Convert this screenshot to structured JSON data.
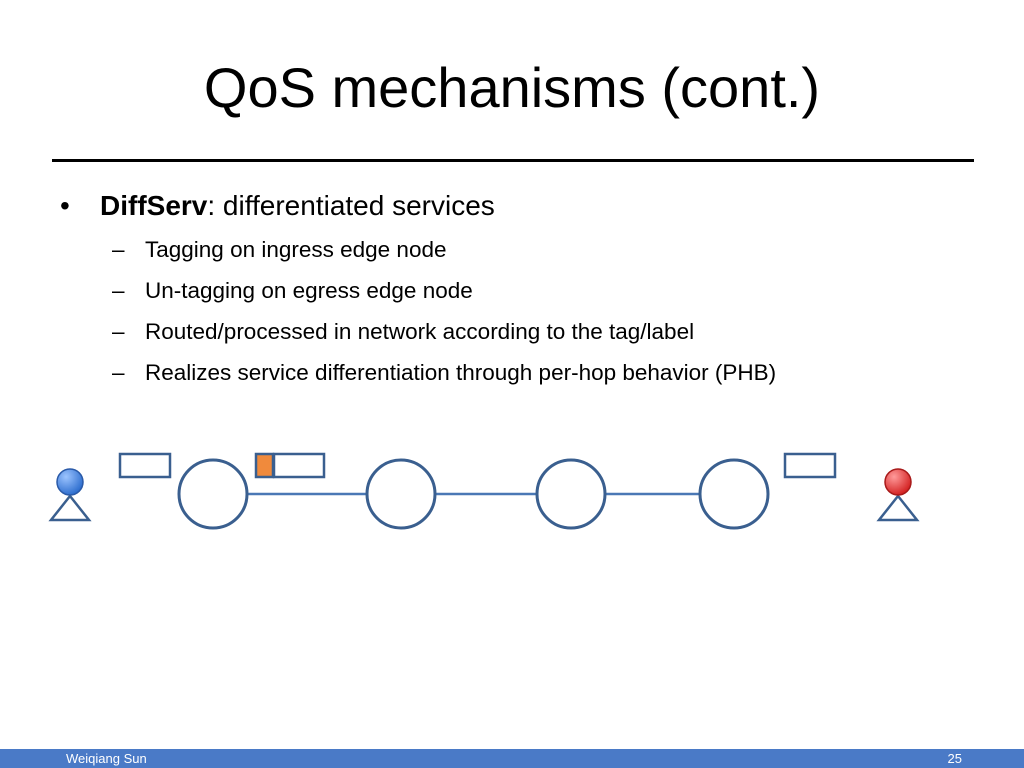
{
  "slide": {
    "title": "QoS mechanisms (cont.)",
    "bullet": {
      "marker": "•",
      "term": "DiffServ",
      "rest": ": differentiated services",
      "sub_marker": "–",
      "subs": [
        "Tagging on ingress edge node",
        "Un-tagging on egress edge node",
        "Routed/processed  in network according to the tag/label",
        "Realizes service differentiation through per-hop behavior (PHB)"
      ]
    }
  },
  "diagram": {
    "colors": {
      "node_stroke": "#3a5f8f",
      "link": "#4a78b5",
      "tag": "#f08a3c",
      "source_host": "#2f6fcf",
      "dest_host": "#d42424"
    }
  },
  "footer": {
    "author": "Weiqiang Sun",
    "page": "25"
  }
}
